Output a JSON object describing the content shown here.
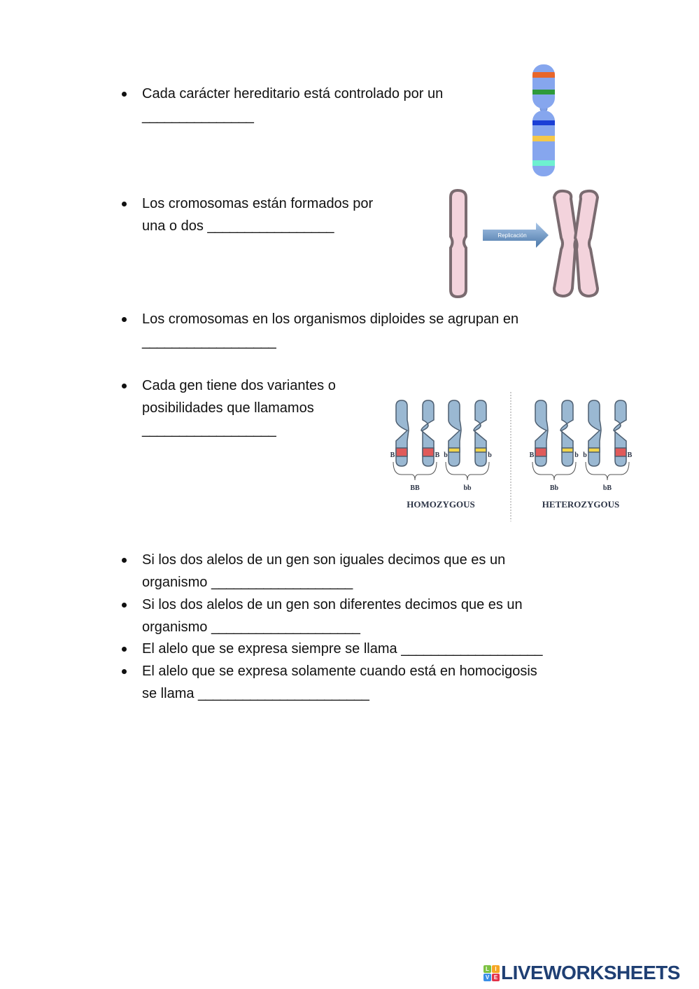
{
  "items": [
    {
      "text": "Cada carácter hereditario está controlado por un",
      "blank": "_______________"
    },
    {
      "text": "Los cromosomas están formados por",
      "text2": "una o dos",
      "blank": "_________________"
    },
    {
      "text": "Los cromosomas en los organismos diploides se agrupan en",
      "blank": "__________________"
    },
    {
      "text": "Cada gen tiene dos variantes o",
      "text2": "posibilidades que llamamos",
      "blank": "__________________"
    },
    {
      "text": "Si los dos alelos de un gen son iguales decimos que es un",
      "text2": "organismo",
      "blank": "___________________"
    },
    {
      "text": "Si los dos alelos de un gen son diferentes decimos que es un",
      "text2": "organismo",
      "blank": "____________________"
    },
    {
      "text": "El alelo que se expresa siempre se llama",
      "blank": "___________________"
    },
    {
      "text": "El alelo que se expresa solamente cuando está en homocigosis",
      "text2": "se llama",
      "blank": "_______________________"
    }
  ],
  "figures": {
    "replication_label": "Replicación",
    "zygosity": {
      "homozygous": "HOMOZYGOUS",
      "heterozygous": "HETEROZYGOUS",
      "pairs": [
        "BB",
        "bb",
        "Bb",
        "bB"
      ],
      "alleles": [
        "B",
        "B",
        "b",
        "b",
        "B",
        "b",
        "b",
        "B"
      ]
    }
  },
  "footer": {
    "logo_text": "LIVEWORKSHEETS",
    "logo_tiles": [
      "L",
      "I",
      "V",
      "E"
    ]
  }
}
